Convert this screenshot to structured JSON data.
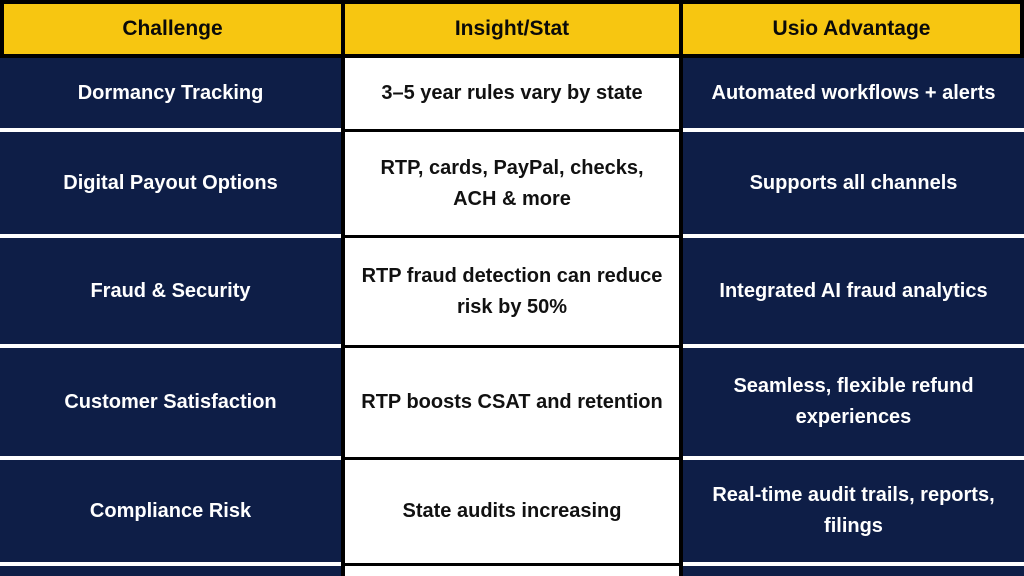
{
  "table": {
    "columns": [
      {
        "label": "Challenge"
      },
      {
        "label": "Insight/Stat"
      },
      {
        "label": "Usio Advantage"
      }
    ],
    "rows": [
      {
        "challenge": "Dormancy Tracking",
        "insight": "3–5 year rules vary by state",
        "advantage": "Automated workflows + alerts"
      },
      {
        "challenge": "Digital Payout Options",
        "insight": "RTP, cards, PayPal, checks, ACH & more",
        "advantage": "Supports all channels"
      },
      {
        "challenge": "Fraud & Security",
        "insight": "RTP fraud detection can reduce risk by 50%",
        "advantage": "Integrated AI fraud analytics"
      },
      {
        "challenge": "Customer Satisfaction",
        "insight": "RTP boosts CSAT and retention",
        "advantage": "Seamless, flexible refund experiences"
      },
      {
        "challenge": "Compliance Risk",
        "insight": "State audits increasing",
        "advantage": "Real-time audit trails, reports, filings"
      }
    ],
    "colors": {
      "header_bg": "#f7c611",
      "header_text": "#0a0a0a",
      "dark_cell_bg": "#0e1e47",
      "dark_cell_text": "#ffffff",
      "light_cell_bg": "#ffffff",
      "light_cell_text": "#111111",
      "grid_border": "#000000",
      "dark_row_separator": "#ffffff"
    }
  }
}
